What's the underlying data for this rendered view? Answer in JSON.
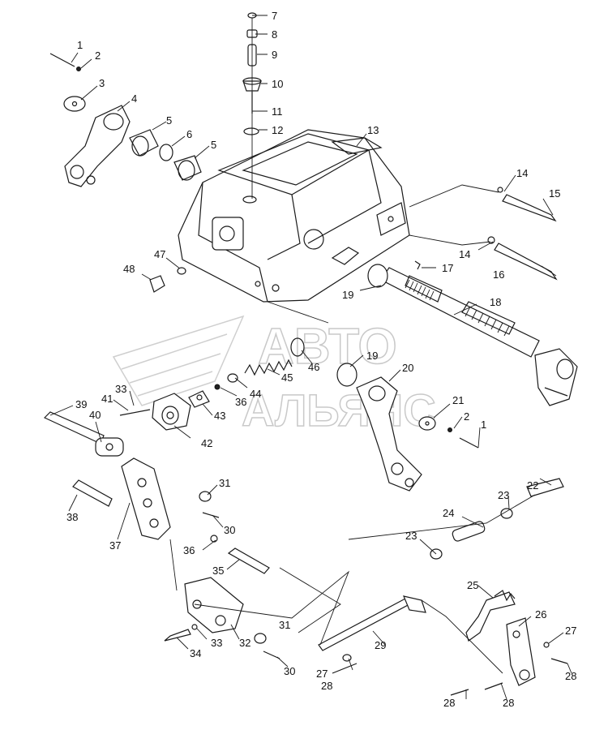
{
  "watermark": {
    "line1": "АВТО",
    "line2": "АЛЬЯНС"
  },
  "callouts": {
    "c1": "1",
    "c2": "2",
    "c3": "3",
    "c4": "4",
    "c5": "5",
    "c6": "6",
    "c7": "7",
    "c8": "8",
    "c9": "9",
    "c10": "10",
    "c11": "11",
    "c12": "12",
    "c13": "13",
    "c14": "14",
    "c15": "15",
    "c16": "16",
    "c17": "17",
    "c18": "18",
    "c19": "19",
    "c20": "20",
    "c21": "21",
    "c22": "22",
    "c23": "23",
    "c24": "24",
    "c25": "25",
    "c26": "26",
    "c27": "27",
    "c28": "28",
    "c29": "29",
    "c30": "30",
    "c31": "31",
    "c32": "32",
    "c33": "33",
    "c34": "34",
    "c35": "35",
    "c36": "36",
    "c37": "37",
    "c38": "38",
    "c39": "39",
    "c40": "40",
    "c41": "41",
    "c42": "42",
    "c43": "43",
    "c44": "44",
    "c45": "45",
    "c46": "46",
    "c47": "47",
    "c48": "48"
  },
  "colors": {
    "line": "#1a1a1a",
    "watermark": "#c9c9c9",
    "background": "#ffffff"
  }
}
